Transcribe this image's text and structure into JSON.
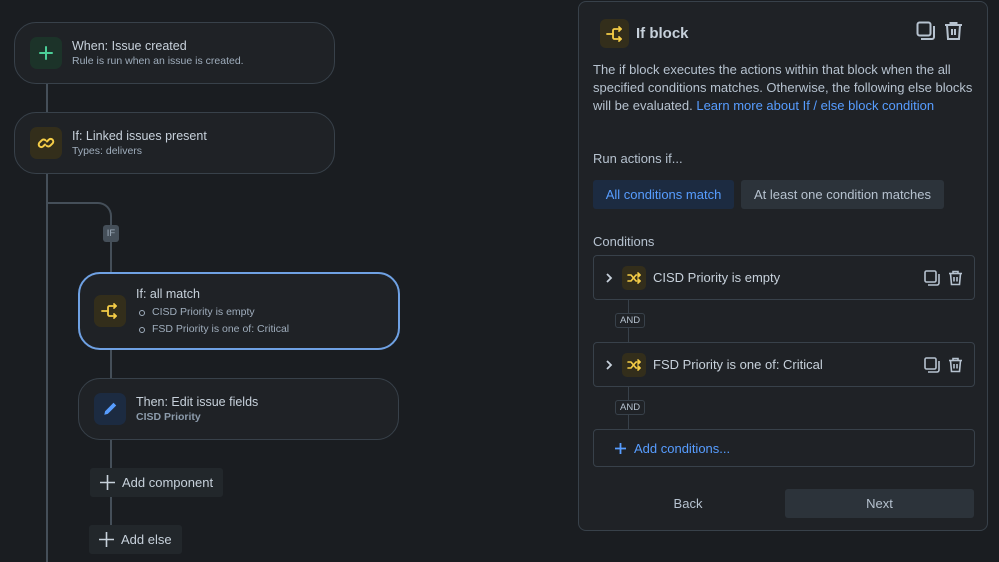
{
  "flow": {
    "trigger": {
      "title": "When: Issue created",
      "subtitle": "Rule is run when an issue is created.",
      "icon": "plus-icon",
      "color": "#4bce97"
    },
    "linked_condition": {
      "title": "If: Linked issues present",
      "subtitle": "Types: delivers",
      "icon": "link-icon",
      "color": "#f5cd47"
    },
    "if_badge": "IF",
    "if_block": {
      "title": "If: all match",
      "conditions": [
        "CISD Priority is empty",
        "FSD Priority is one of: Critical"
      ],
      "icon": "branch-icon",
      "color": "#f5cd47",
      "selected": true
    },
    "action": {
      "title": "Then: Edit issue fields",
      "subtitle": "CISD Priority",
      "icon": "pencil-icon",
      "color": "#579dff"
    },
    "add_component_label": "Add component",
    "add_else_label": "Add else"
  },
  "panel": {
    "title": "If block",
    "description": "The if block executes the actions within that block when the all specified conditions matches. Otherwise, the following else blocks will be evaluated. ",
    "learn_more_link": "Learn more about If / else block condition",
    "run_actions_label": "Run actions if...",
    "match_options": [
      {
        "label": "All conditions match",
        "active": true
      },
      {
        "label": "At least one condition matches",
        "active": false
      }
    ],
    "conditions_label": "Conditions",
    "conditions": [
      {
        "label": "CISD Priority is empty"
      },
      {
        "label": "FSD Priority is one of: Critical"
      }
    ],
    "and_label": "AND",
    "add_conditions_label": "Add conditions...",
    "back_label": "Back",
    "next_label": "Next"
  },
  "colors": {
    "background": "#1a1d21",
    "card": "#1f2226",
    "border": "#38414a",
    "selected_border": "#6fa1e3",
    "link": "#579dff",
    "yellow": "#f5cd47",
    "green": "#4bce97"
  }
}
